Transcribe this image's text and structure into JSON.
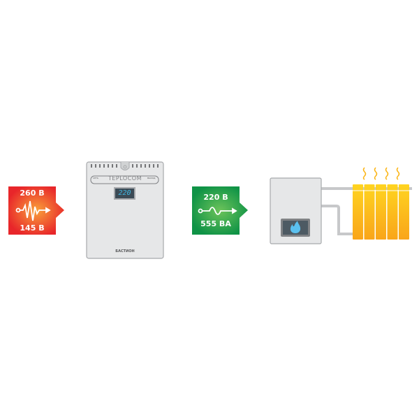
{
  "input_badge": {
    "max_voltage": "260 В",
    "min_voltage": "145 В",
    "color": "#e8262a",
    "icon": "unstable-wave-icon"
  },
  "stabilizer": {
    "brand": "TEPLOCOM",
    "left_label": "СЕТЬ",
    "right_label": "ВЫХОД",
    "display": "220",
    "logo": "БАСТИОН"
  },
  "output_badge": {
    "voltage": "220 В",
    "power": "555 ВА",
    "color": "#0f9346",
    "icon": "stable-wave-icon"
  },
  "boiler": {
    "icon": "flame-icon"
  },
  "radiator": {
    "color": "#fbb515",
    "icon": "heat-waves-icon"
  }
}
